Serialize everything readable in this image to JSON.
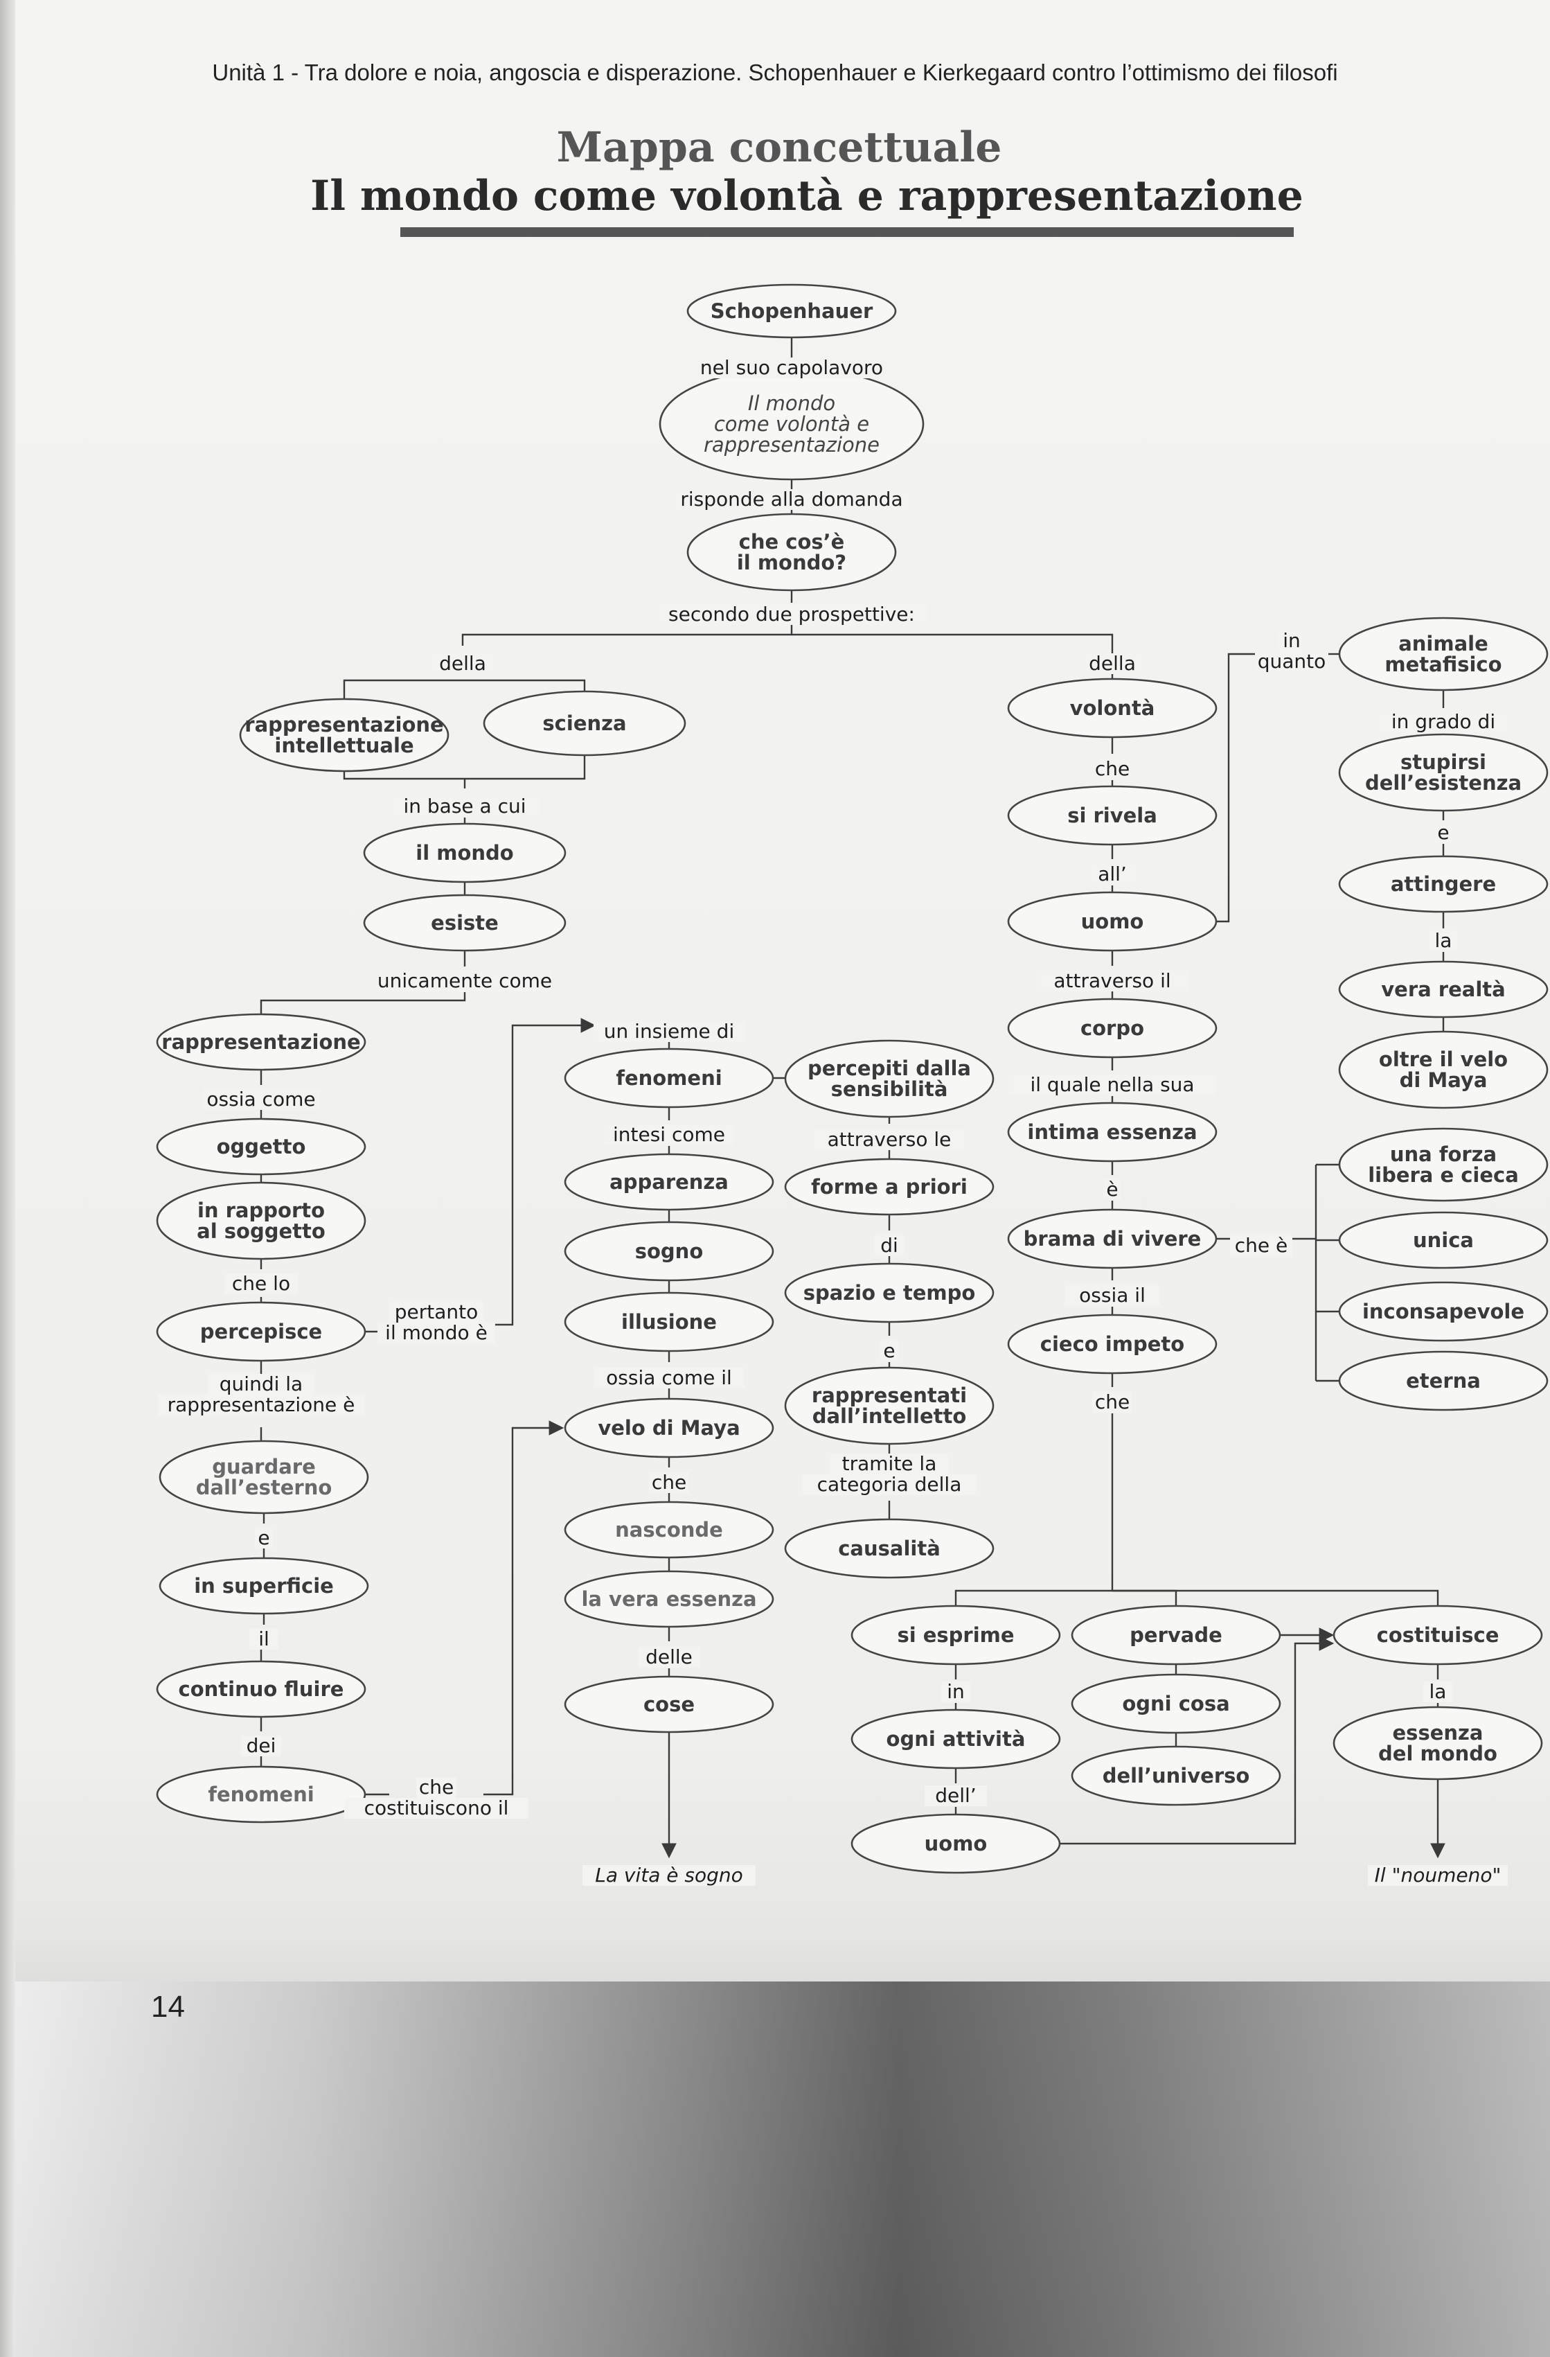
{
  "header": {
    "running_title": "Unità 1 - Tra dolore e noia, angoscia e disperazione. Schopenhauer e Kierkegaard contro l’ottimismo dei filosofi",
    "page_number": "14"
  },
  "title": {
    "line1": "Mappa concettuale",
    "line2": "Il mondo come volontà e rappresentazione"
  },
  "nodes": {
    "n1": [
      "Schopenhauer"
    ],
    "n2": [
      "Il mondo",
      "come volontà e",
      "rappresentazione"
    ],
    "n3": [
      "che cos’è",
      "il mondo?"
    ],
    "n4": [
      "rappresentazione",
      "intellettuale"
    ],
    "n5": [
      "scienza"
    ],
    "n6": [
      "il mondo"
    ],
    "n7": [
      "esiste"
    ],
    "n8": [
      "rappresentazione"
    ],
    "n9": [
      "oggetto"
    ],
    "n10": [
      "in rapporto",
      "al soggetto"
    ],
    "n11": [
      "percepisce"
    ],
    "n12": [
      "guardare",
      "dall’esterno"
    ],
    "n13": [
      "in superficie"
    ],
    "n14": [
      "continuo fluire"
    ],
    "n15": [
      "fenomeni"
    ],
    "n16": [
      "fenomeni"
    ],
    "n17": [
      "apparenza"
    ],
    "n18": [
      "sogno"
    ],
    "n19": [
      "illusione"
    ],
    "n20": [
      "velo di Maya"
    ],
    "n21": [
      "nasconde"
    ],
    "n22": [
      "la vera essenza"
    ],
    "n23": [
      "cose"
    ],
    "n24": [
      "percepiti dalla",
      "sensibilità"
    ],
    "n25": [
      "forme a priori"
    ],
    "n26": [
      "spazio e tempo"
    ],
    "n27": [
      "rappresentati",
      "dall’intelletto"
    ],
    "n28": [
      "causalità"
    ],
    "n29": [
      "volontà"
    ],
    "n30": [
      "si rivela"
    ],
    "n31": [
      "uomo"
    ],
    "n32": [
      "corpo"
    ],
    "n33": [
      "intima essenza"
    ],
    "n34": [
      "brama di vivere"
    ],
    "n35": [
      "cieco impeto"
    ],
    "n36": [
      "animale",
      "metafisico"
    ],
    "n37": [
      "stupirsi",
      "dell’esistenza"
    ],
    "n38": [
      "attingere"
    ],
    "n39": [
      "vera realtà"
    ],
    "n40": [
      "oltre il velo",
      "di Maya"
    ],
    "n41": [
      "una forza",
      "libera e cieca"
    ],
    "n42": [
      "unica"
    ],
    "n43": [
      "inconsapevole"
    ],
    "n44": [
      "eterna"
    ],
    "n45": [
      "si esprime"
    ],
    "n46": [
      "ogni attività"
    ],
    "n47": [
      "uomo"
    ],
    "n48": [
      "pervade"
    ],
    "n49": [
      "ogni cosa"
    ],
    "n50": [
      "dell’universo"
    ],
    "n51": [
      "costituisce"
    ],
    "n52": [
      "essenza",
      "del mondo"
    ]
  },
  "labels": {
    "l1": [
      "nel suo capolavoro"
    ],
    "l2": [
      "risponde alla domanda"
    ],
    "l3": [
      "secondo due prospettive:"
    ],
    "l4": [
      "della"
    ],
    "l5": [
      "della"
    ],
    "l6": [
      "in base a cui"
    ],
    "l7": [
      "unicamente come"
    ],
    "l8": [
      "ossia come"
    ],
    "l9": [
      "che lo"
    ],
    "l10": [
      "quindi la",
      "rappresentazione è"
    ],
    "l11": [
      "e"
    ],
    "l12": [
      "il"
    ],
    "l13": [
      "dei"
    ],
    "l14": [
      "che",
      "costituiscono il"
    ],
    "l15": [
      "pertanto",
      "il mondo è"
    ],
    "l16": [
      "un insieme di"
    ],
    "l17": [
      "intesi come"
    ],
    "l18": [
      "ossia come il"
    ],
    "l19": [
      "che"
    ],
    "l20": [
      "delle"
    ],
    "l21": [
      "La vita è sogno"
    ],
    "l22": [
      "attraverso le"
    ],
    "l23": [
      "di"
    ],
    "l24": [
      "e"
    ],
    "l25": [
      "tramite la",
      "categoria della"
    ],
    "l26": [
      "che"
    ],
    "l27": [
      "all’"
    ],
    "l28": [
      "attraverso il"
    ],
    "l29": [
      "il quale nella sua"
    ],
    "l30": [
      "è"
    ],
    "l31": [
      "ossia il"
    ],
    "l32": [
      "che"
    ],
    "l33": [
      "che è"
    ],
    "l34": [
      "in",
      "quanto"
    ],
    "l35": [
      "in grado di"
    ],
    "l36": [
      "e"
    ],
    "l37": [
      "la"
    ],
    "l38": [
      "in"
    ],
    "l39": [
      "dell’"
    ],
    "l40": [
      "la"
    ],
    "l41": [
      "Il \"noumeno\""
    ]
  }
}
